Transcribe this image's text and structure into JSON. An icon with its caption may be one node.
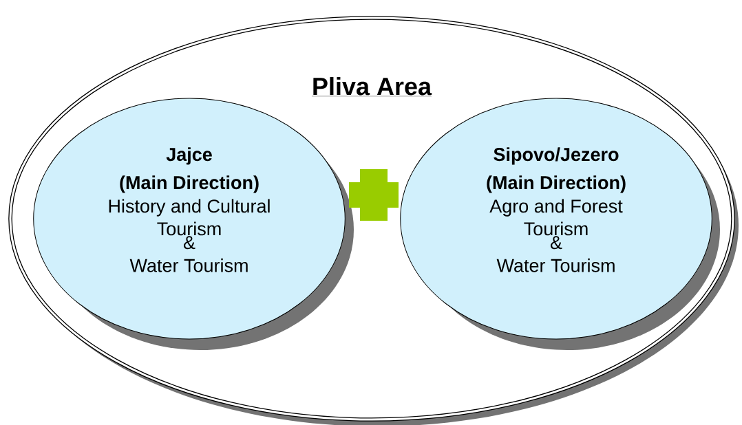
{
  "diagram": {
    "nodes": [
      {
        "text": [
          "Pliva Area"
        ]
      },
      {
        "text": [
          "Jajce",
          "(Main Direction)",
          "History and Cultural Tourism",
          "&",
          "Water Tourism"
        ],
        "in": 0
      },
      {
        "text": [
          "Sipovo/Jezero",
          "(Main Direction)",
          "Agro and Forest Tourism",
          "&",
          "Water Tourism"
        ],
        "in": 0
      }
    ]
  }
}
